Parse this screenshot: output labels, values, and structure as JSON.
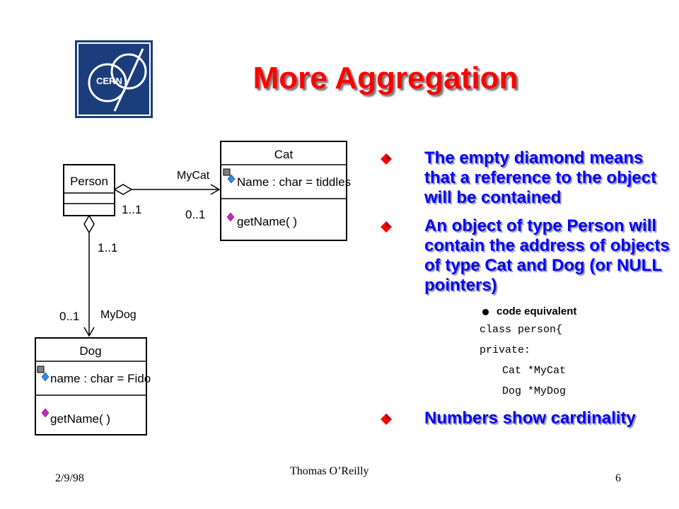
{
  "slide": {
    "title": "More Aggregation",
    "logo_text": "CERN",
    "bullets": [
      "The empty diamond means that a reference to the object will be contained",
      "An object of type Person will contain the address of objects of type Cat and Dog (or NULL pointers)",
      "Numbers show cardinality"
    ],
    "sub_bullet": "code equivalent",
    "code_lines": [
      "class person{",
      "private:",
      "Cat *MyCat",
      "Dog *MyDog"
    ]
  },
  "diagram": {
    "person_class": "Person",
    "cat_class": "Cat",
    "cat_attribute": "Name : char = tiddles",
    "cat_method": "getName( )",
    "dog_class": "Dog",
    "dog_attribute": "name : char = Fido",
    "dog_method": "getName( )",
    "cat_role": "MyCat",
    "dog_role": "MyDog",
    "cat_source_mult": "1..1",
    "cat_target_mult": "0..1",
    "dog_source_mult": "1..1",
    "dog_target_mult": "0..1"
  },
  "footer": {
    "date": "2/9/98",
    "author": "Thomas O’Reilly",
    "page": "6"
  },
  "colors": {
    "title": "#ff0000",
    "bullet_text": "#0000ff",
    "bullet_mark": "#ff0000",
    "logo_bg": "#1c3d7c"
  }
}
